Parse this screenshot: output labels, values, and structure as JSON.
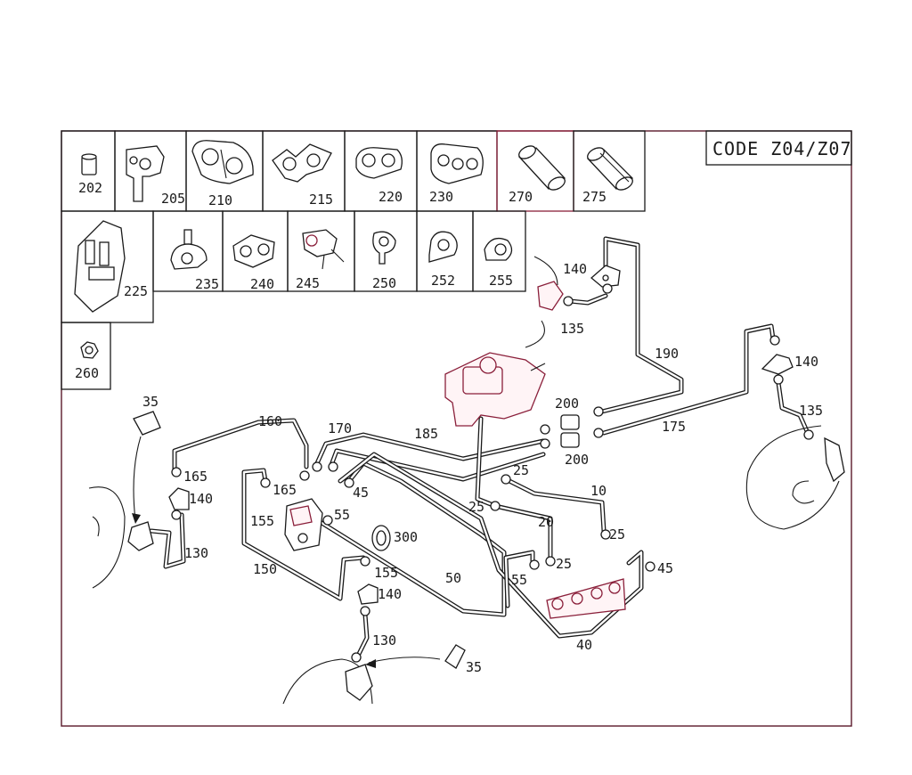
{
  "code_title": "CODE Z04/Z07",
  "legend": {
    "row1": [
      "202",
      "205",
      "210",
      "215",
      "220",
      "230",
      "270",
      "275"
    ],
    "row2": [
      "225",
      "235",
      "240",
      "245",
      "250",
      "252",
      "255"
    ],
    "row3": [
      "260"
    ]
  },
  "callouts": {
    "c140_top": "140",
    "c135_top": "135",
    "c190": "190",
    "c140_right": "140",
    "c135_right": "135",
    "c200_a": "200",
    "c175": "175",
    "c200_b": "200",
    "c35_left": "35",
    "c160": "160",
    "c170": "170",
    "c185": "185",
    "c165_a": "165",
    "c165_b": "165",
    "c140_left": "140",
    "c45_a": "45",
    "c155_a": "155",
    "c55_a": "55",
    "c25_a": "25",
    "c10": "10",
    "c25_b": "25",
    "c20": "20",
    "c25_c": "25",
    "c130_left": "130",
    "c300": "300",
    "c150": "150",
    "c155_b": "155",
    "c50": "50",
    "c55_b": "55",
    "c25_d": "25",
    "c45_b": "45",
    "c140_bottom": "140",
    "c130_bottom": "130",
    "c40": "40",
    "c35_bottom": "35"
  }
}
